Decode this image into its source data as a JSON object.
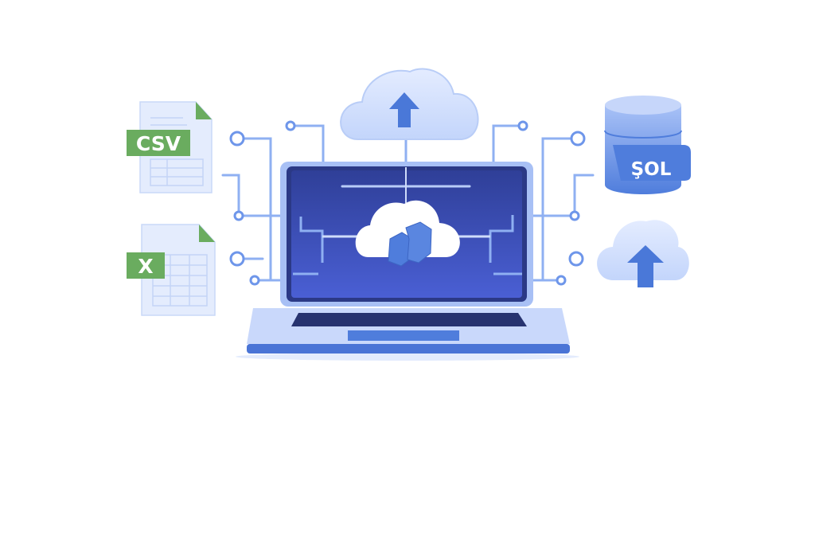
{
  "illustration": {
    "csv_file": {
      "label": "CSV",
      "label_color": "#6aac5f"
    },
    "excel_file": {
      "label": "X",
      "label_color": "#6aac5f"
    },
    "database": {
      "label": "ŞOL",
      "color": "#5a86e0"
    },
    "accent_color": "#3f5bc9"
  }
}
